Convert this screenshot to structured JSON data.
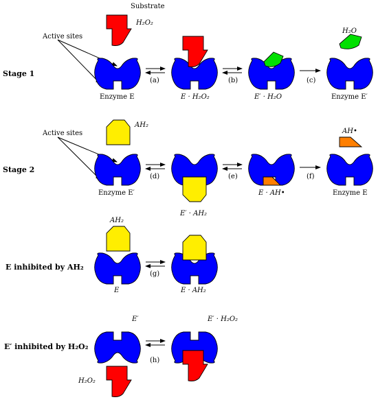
{
  "colors": {
    "enzyme": "#0000ff",
    "h2o2": "#ff0000",
    "ah2": "#ffee00",
    "water": "#00e000",
    "radical": "#ff7f00"
  },
  "labels": {
    "substrate": "Substrate",
    "active_sites_1": "Active sites",
    "active_sites_2": "Active sites",
    "stage1": "Stage 1",
    "stage2": "Stage 2",
    "inhib_E": "E inhibited by AH₂",
    "inhib_Ep": "E′ inhibited by H₂O₂",
    "h2o2_top": "H₂O₂",
    "h2o_top": "H₂O",
    "ah2_stage2": "AH₂",
    "ah_radical_top": "AH•",
    "ah2_row3": "AH₂",
    "ep_row4": "E′",
    "ep_h2o2_row4": "E′ · H₂O₂",
    "h2o2_row4": "H₂O₂",
    "enzyme_E_1": "Enzyme E",
    "E_H2O2": "E · H₂O₂",
    "Ep_H2O": "E′ · H₂O",
    "enzyme_Ep_1": "Enzyme E′",
    "enzyme_Ep_2": "Enzyme E′",
    "Ep_AH2": "E′ · AH₂",
    "E_AH": "E · AH•",
    "enzyme_E_2": "Enzyme E",
    "E_row3": "E",
    "E_AH2_row3": "E · AH₂"
  },
  "reactions": {
    "a": "(a)",
    "b": "(b)",
    "c": "(c)",
    "d": "(d)",
    "e": "(e)",
    "f": "(f)",
    "g": "(g)",
    "h": "(h)"
  }
}
